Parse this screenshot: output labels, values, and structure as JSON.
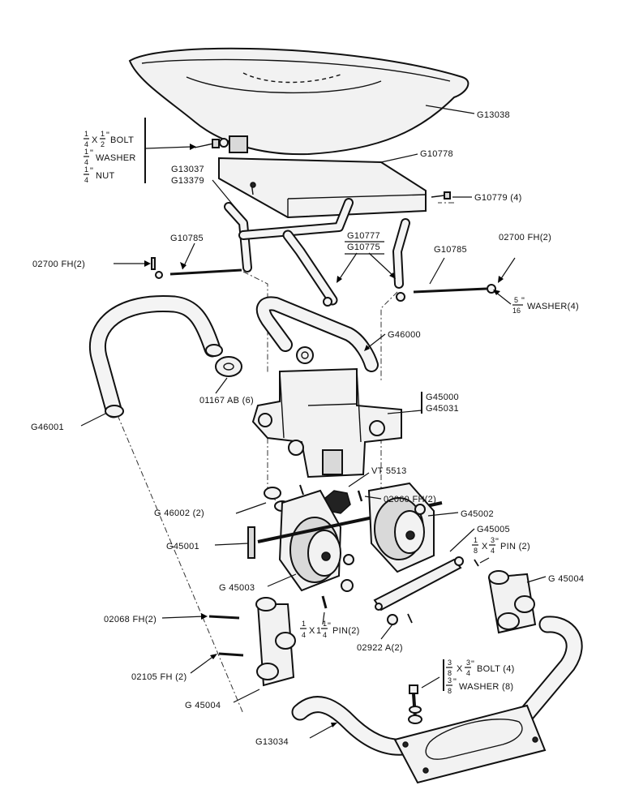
{
  "diagram": {
    "labels": {
      "g13038": "G13038",
      "bolt_quarter_half": "BOLT",
      "washer_quarter": "WASHER",
      "nut_quarter": "NUT",
      "g10778": "G10778",
      "g13037": "G13037",
      "g13379": "G13379",
      "g10779": "G10779 (4)",
      "g10785_left": "G10785",
      "g10785_right": "G10785",
      "o2700_left": "02700 FH(2)",
      "o2700_right": "02700 FH(2)",
      "g10777": "G10777",
      "g10775": "G10775",
      "washer_5_16": "WASHER(4)",
      "g46000": "G46000",
      "o1167": "01167 AB (6)",
      "g46001": "G46001",
      "g45000": "G45000",
      "g45031": "G45031",
      "vt5513": "VT 5513",
      "o2060": "02060 FH(2)",
      "g46002": "G 46002 (2)",
      "g45002": "G45002",
      "g45005": "G45005",
      "g45001": "G45001",
      "pin_eighth": "PIN (2)",
      "g45003": "G 45003",
      "g45004_right": "G 45004",
      "o2068": "02068 FH(2)",
      "pin_quarter": "PIN(2)",
      "o2922": "02922 A(2)",
      "o2105": "02105 FH (2)",
      "bolt_3_8": "BOLT (4)",
      "washer_3_8": "WASHER (8)",
      "g45004_left": "G 45004",
      "g13034": "G13034"
    },
    "fractions": {
      "quarter_n": "1",
      "quarter_d": "4",
      "x": "X",
      "half_n": "1",
      "half_d": "2",
      "inch": "\"",
      "five_n": "5",
      "sixteen_d": "16",
      "eighth_n": "1",
      "eighth_d": "8",
      "three_n": "3",
      "eight_d": "8",
      "threeq_n": "3",
      "four_d": "4",
      "one": "1"
    }
  }
}
